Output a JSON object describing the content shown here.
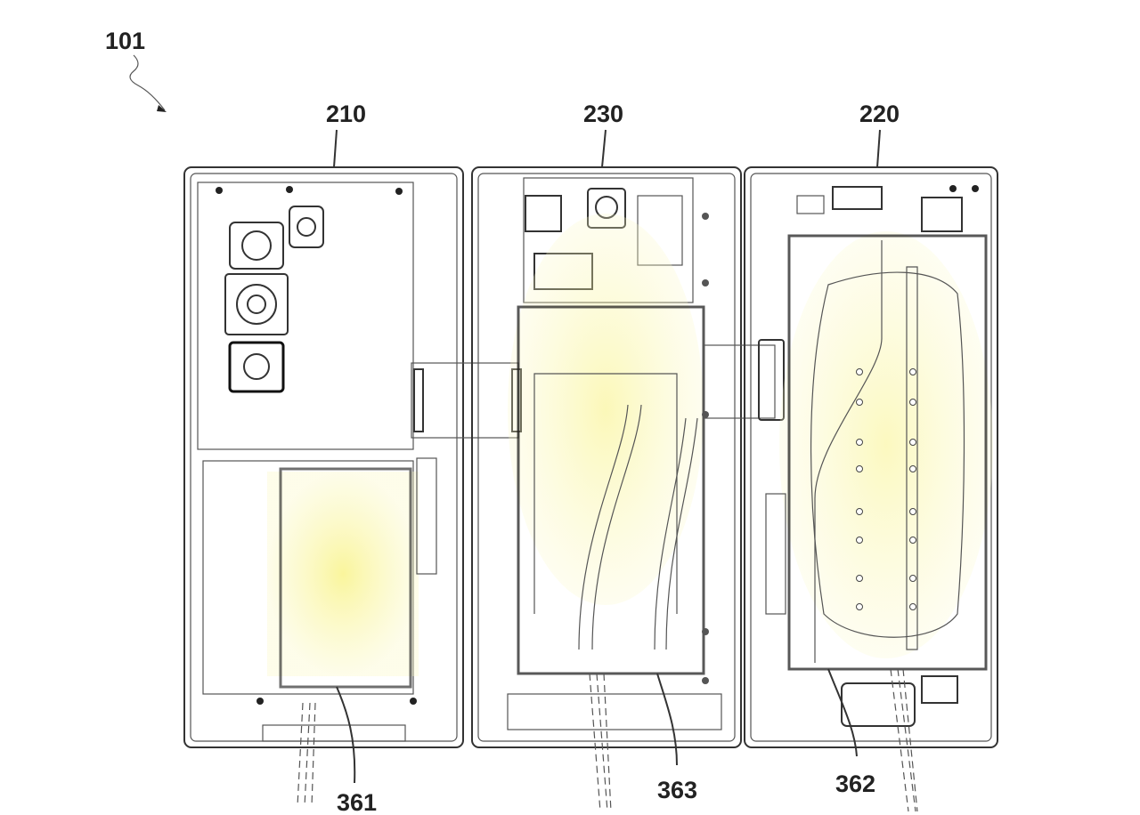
{
  "figure": {
    "device_ref": "101",
    "housing_labels": {
      "first": "210",
      "middle": "230",
      "second": "220"
    },
    "battery_labels": {
      "first": "361",
      "middle": "363",
      "second": "362"
    },
    "highlight_color": "#f6f27a"
  }
}
